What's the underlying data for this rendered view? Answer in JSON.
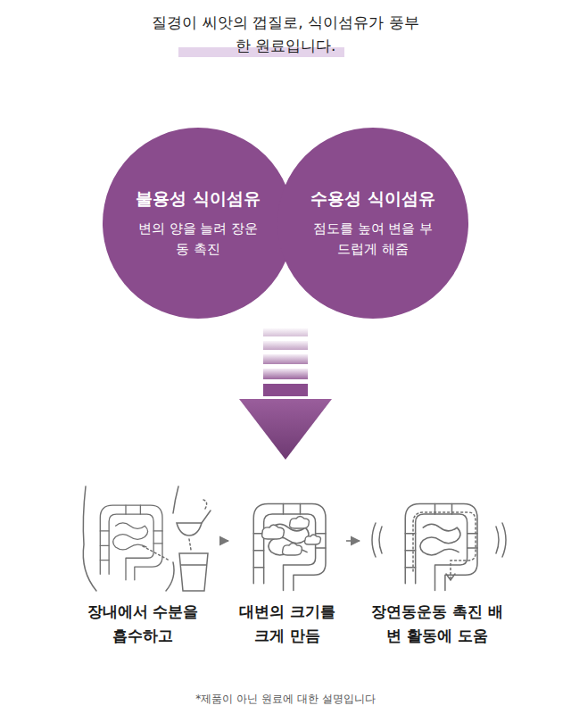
{
  "diagram": {
    "title": "질경이 씨앗의 껍질로, 식이섬유가 풍부한 원료입니다.",
    "nodes": [
      {
        "text": [
          "불용성 식이섬유",
          "변의 양을 늘려 장운동 촉진"
        ]
      },
      {
        "text": [
          "수용성 식이섬유",
          "점도를 높여 변을 부드럽게 해줌"
        ]
      },
      {
        "text": [
          "장내에서 수분을 흡수하고"
        ]
      },
      {
        "text": [
          "대변의 크기를 크게 만듬"
        ]
      },
      {
        "text": [
          "장연동운동 촉진 배변 활동에 도움"
        ]
      }
    ],
    "edges": [
      {
        "from": 2,
        "to": 3,
        "arrow": "to"
      },
      {
        "from": 3,
        "to": 4,
        "arrow": "to"
      }
    ],
    "caption": "*제품이 아닌 원료에 대한 설명입니다"
  }
}
